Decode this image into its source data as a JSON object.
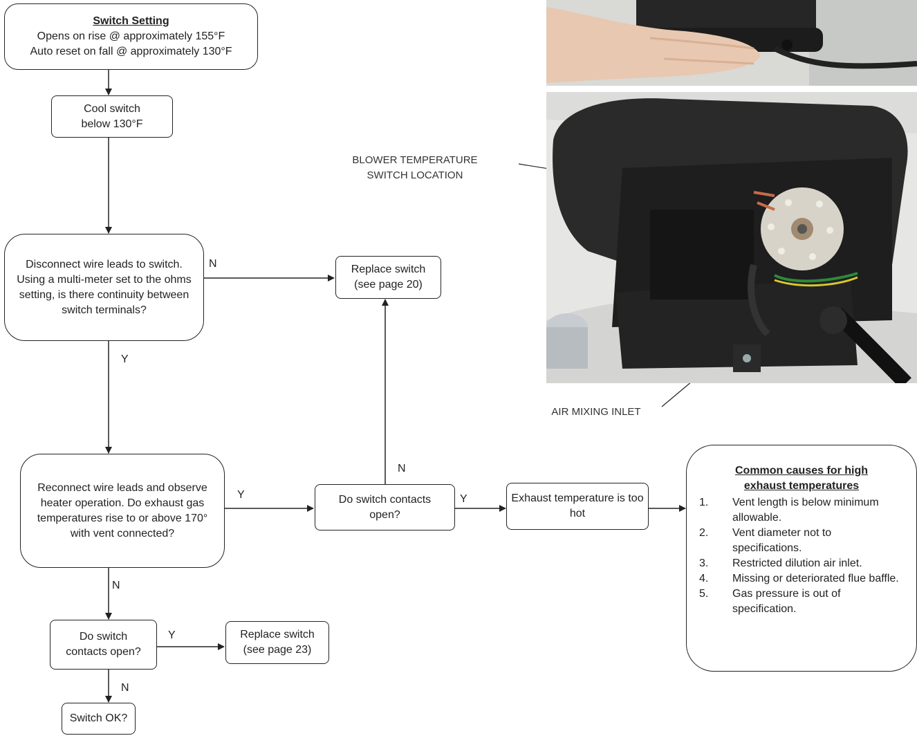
{
  "flow": {
    "switch_setting": {
      "title": "Switch Setting",
      "line1": "Opens on rise @ approximately 155°F",
      "line2": "Auto reset on fall @ approximately 130°F"
    },
    "cool_switch": "Cool switch below 130°F",
    "disconnect": "Disconnect wire leads to switch. Using a multi-meter set to the ohms setting, is there continuity between switch terminals?",
    "replace_switch_20": "Replace switch (see page 20)",
    "reconnect": "Reconnect wire leads and observe heater operation. Do exhaust gas temperatures rise to or above 170° with vent connected?",
    "contacts_open_1": "Do switch contacts open?",
    "exhaust_hot": "Exhaust temperature is too hot",
    "contacts_open_2": "Do switch contacts open?",
    "replace_switch_23": "Replace switch (see page 23)",
    "switch_ok": "Switch OK?"
  },
  "labels": {
    "n1": "N",
    "y1": "Y",
    "y2": "Y",
    "n2": "N",
    "y3": "Y",
    "n3": "N",
    "y4": "Y",
    "n4": "N"
  },
  "causes": {
    "title": "Common causes for high exhaust temperatures",
    "items": [
      {
        "num": "1.",
        "text": "Vent length is below minimum allowable."
      },
      {
        "num": "2.",
        "text": "Vent diameter not to specifications."
      },
      {
        "num": "3.",
        "text": "Restricted dilution air inlet."
      },
      {
        "num": "4.",
        "text": "Missing or deteriorated flue baffle."
      },
      {
        "num": "5.",
        "text": "Gas pressure is out of specification."
      }
    ]
  },
  "callouts": {
    "blower_temp": "BLOWER TEMPERATURE SWITCH LOCATION",
    "air_mixing": "AIR MIXING INLET"
  }
}
